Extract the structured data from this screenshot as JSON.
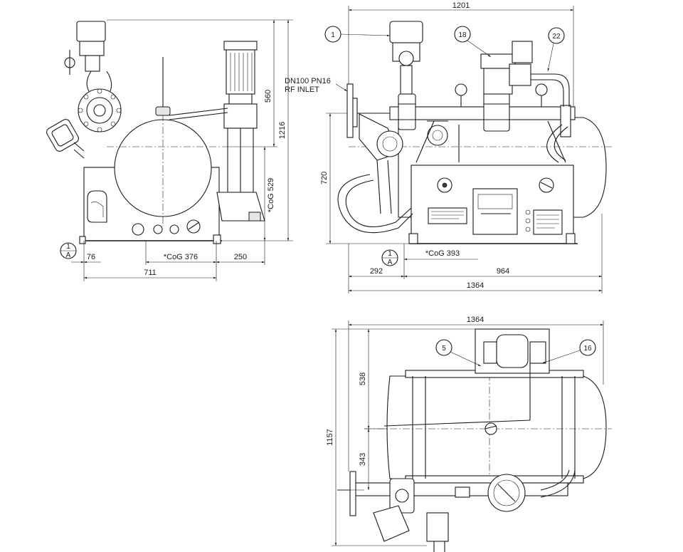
{
  "dimensions": {
    "side_height_total": "1216",
    "side_height_upper": "560",
    "side_cog_vertical": "*CoG 529",
    "side_offset_left": "76",
    "side_cog_horizontal": "*CoG 376",
    "side_offset_right": "250",
    "side_width": "711",
    "front_width_top": "1201",
    "front_height": "720",
    "front_offset_left": "292",
    "front_cog_horizontal": "*CoG 393",
    "front_span": "964",
    "front_width_total": "1364",
    "top_width": "1364",
    "top_depth_total": "1157",
    "top_depth_upper": "538",
    "top_depth_lower": "343"
  },
  "annotations": {
    "inlet_line1": "DN100 PN16",
    "inlet_line2": "RF INLET"
  },
  "callouts": [
    "1",
    "18",
    "22",
    "5",
    "16"
  ],
  "datum": {
    "top": "1",
    "bottom": "A"
  }
}
